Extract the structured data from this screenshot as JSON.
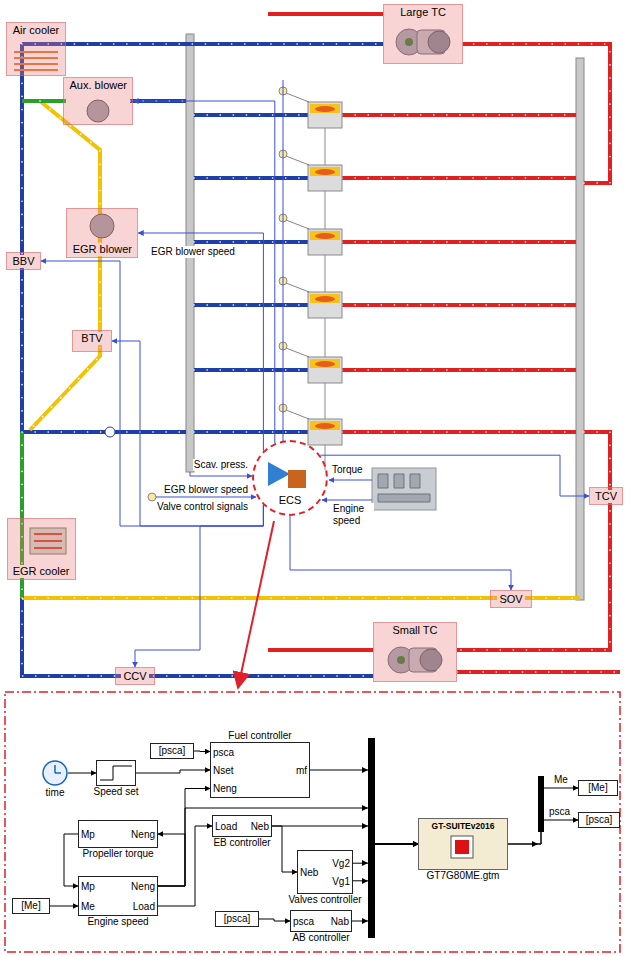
{
  "diagram": {
    "nodes": [
      {
        "text": [
          "Large TC"
        ]
      },
      {
        "text": [
          "Air cooler"
        ]
      },
      {
        "text": [
          "Aux. blower"
        ]
      },
      {
        "text": [
          "EGR blower"
        ]
      },
      {
        "text": [
          "BBV"
        ]
      },
      {
        "text": [
          "BTV"
        ]
      },
      {
        "text": [
          "TCV"
        ]
      },
      {
        "text": [
          "ECS"
        ]
      },
      {
        "text": [
          "EGR cooler"
        ]
      },
      {
        "text": [
          "SOV"
        ]
      },
      {
        "text": [
          "CCV"
        ]
      },
      {
        "text": [
          "Small TC"
        ]
      },
      {
        "text": [
          "time"
        ]
      },
      {
        "text": [
          "Speed set"
        ]
      },
      {
        "text": [
          "[psca]"
        ]
      },
      {
        "text": [
          "Fuel controller",
          "psca",
          "Nset",
          "Neng",
          "mf"
        ]
      },
      {
        "text": [
          "Propeller torque",
          "Mp",
          "Neng"
        ]
      },
      {
        "text": [
          "EB controller",
          "Load",
          "Neb"
        ]
      },
      {
        "text": [
          "Valves controller",
          "Neb",
          "Vg2",
          "Vg1"
        ]
      },
      {
        "text": [
          "Engine speed",
          "Mp",
          "Me",
          "Neng",
          "Load"
        ]
      },
      {
        "text": [
          "[Me]"
        ]
      },
      {
        "text": [
          "[psca]"
        ]
      },
      {
        "text": [
          "AB controller",
          "psca",
          "Nab"
        ]
      },
      {
        "text": [
          "GT-SUITEv2016",
          "GT7G80ME.gtm"
        ]
      },
      {
        "text": [
          "[Me]"
        ]
      },
      {
        "text": [
          "[psca]"
        ]
      }
    ],
    "edges": [
      {
        "from": 7,
        "to": 3,
        "arrow": "to",
        "label": "EGR blower speed"
      },
      {
        "from": 7,
        "to": 2,
        "arrow": "to"
      },
      {
        "from": 7,
        "to": 4,
        "arrow": "to"
      },
      {
        "from": 7,
        "to": 5,
        "arrow": "to"
      },
      {
        "from": 7,
        "to": 10,
        "arrow": "to"
      },
      {
        "from": 7,
        "to": 9,
        "arrow": "to"
      },
      {
        "from": 7,
        "to": 6,
        "arrow": "to"
      },
      {
        "from": 12,
        "to": 13,
        "arrow": "to"
      },
      {
        "from": 13,
        "to": 15,
        "arrow": "to"
      },
      {
        "from": 14,
        "to": 15,
        "arrow": "to"
      },
      {
        "from": 19,
        "to": 15,
        "arrow": "to"
      },
      {
        "from": 19,
        "to": 16,
        "arrow": "to"
      },
      {
        "from": 16,
        "to": 19,
        "arrow": "to"
      },
      {
        "from": 20,
        "to": 19,
        "arrow": "to"
      },
      {
        "from": 19,
        "to": 17,
        "arrow": "to"
      },
      {
        "from": 17,
        "to": 18,
        "arrow": "to"
      },
      {
        "from": 21,
        "to": 22,
        "arrow": "to"
      },
      {
        "from": 15,
        "to": 23,
        "arrow": "to"
      },
      {
        "from": 19,
        "to": 23,
        "arrow": "to"
      },
      {
        "from": 17,
        "to": 23,
        "arrow": "to"
      },
      {
        "from": 18,
        "to": 23,
        "arrow": "to"
      },
      {
        "from": 18,
        "to": 23,
        "arrow": "to"
      },
      {
        "from": 22,
        "to": 23,
        "arrow": "to"
      },
      {
        "from": 23,
        "to": 24,
        "arrow": "to"
      },
      {
        "from": 23,
        "to": 25,
        "arrow": "to"
      }
    ],
    "labels": [
      "Scav. press.",
      "Torque",
      "EGR blower speed",
      "Valve control signals",
      "Engine speed",
      "Me",
      "psca"
    ]
  }
}
